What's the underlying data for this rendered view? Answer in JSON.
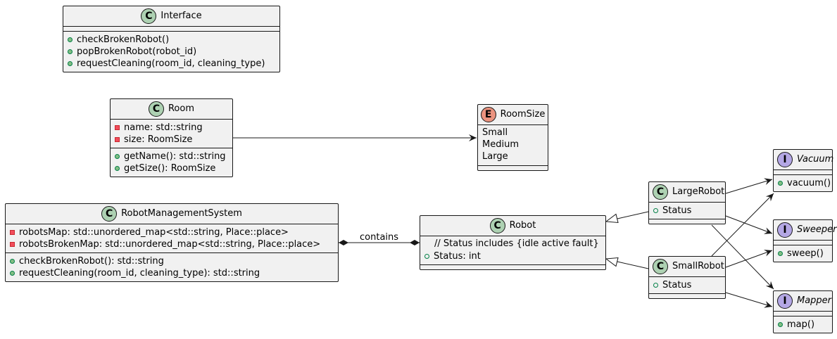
{
  "interface": {
    "name": "Interface",
    "badge": "C",
    "methods": [
      "checkBrokenRobot()",
      "popBrokenRobot(robot_id)",
      "requestCleaning(room_id, cleaning_type)"
    ]
  },
  "room": {
    "name": "Room",
    "badge": "C",
    "fields": [
      "name: std::string",
      "size: RoomSize"
    ],
    "methods": [
      "getName(): std::string",
      "getSize(): RoomSize"
    ]
  },
  "room_size": {
    "name": "RoomSize",
    "badge": "E",
    "values": [
      "Small",
      "Medium",
      "Large"
    ]
  },
  "rms": {
    "name": "RobotManagementSystem",
    "badge": "C",
    "fields": [
      "robotsMap: std::unordered_map<std::string, Place::place>",
      "robotsBrokenMap: std::unordered_map<std::string, Place::place>"
    ],
    "methods": [
      "checkBrokenRobot(): std::string",
      "requestCleaning(room_id, cleaning_type): std::string"
    ]
  },
  "robot": {
    "name": "Robot",
    "badge": "C",
    "comment": "// Status includes {idle active fault}",
    "fields": [
      "Status: int"
    ]
  },
  "large_robot": {
    "name": "LargeRobot",
    "badge": "C",
    "fields": [
      "Status"
    ]
  },
  "small_robot": {
    "name": "SmallRobot",
    "badge": "C",
    "fields": [
      "Status"
    ]
  },
  "vacuum": {
    "name": "Vacuum",
    "badge": "I",
    "methods": [
      "vacuum()"
    ]
  },
  "sweeper": {
    "name": "Sweeper",
    "badge": "I",
    "methods": [
      "sweep()"
    ]
  },
  "mapper": {
    "name": "Mapper",
    "badge": "I",
    "methods": [
      "map()"
    ]
  },
  "edges": {
    "contains_label": "contains"
  },
  "colors": {
    "class_fill": "#f1f1f1",
    "border": "#181818",
    "class_badge": "#add1b2",
    "enum_badge": "#eb937f",
    "interface_badge": "#b4a7e5",
    "public_marker": "#84be84",
    "private_marker": "#f24d5c"
  }
}
